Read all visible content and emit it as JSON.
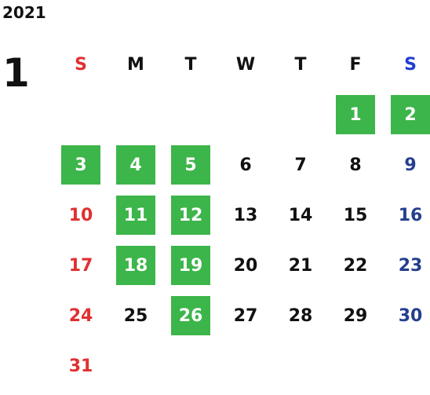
{
  "calendar": {
    "year": "2021",
    "month": "1",
    "weekdays": [
      "S",
      "M",
      "T",
      "W",
      "T",
      "F",
      "S"
    ],
    "weeks": [
      [
        null,
        null,
        null,
        null,
        null,
        "1",
        "2"
      ],
      [
        "3",
        "4",
        "5",
        "6",
        "7",
        "8",
        "9"
      ],
      [
        "10",
        "11",
        "12",
        "13",
        "14",
        "15",
        "16"
      ],
      [
        "17",
        "18",
        "19",
        "20",
        "21",
        "22",
        "23"
      ],
      [
        "24",
        "25",
        "26",
        "27",
        "28",
        "29",
        "30"
      ],
      [
        "31",
        null,
        null,
        null,
        null,
        null,
        null
      ]
    ],
    "highlighted_days": [
      "1",
      "2",
      "3",
      "4",
      "5",
      "11",
      "12",
      "18",
      "19",
      "26"
    ]
  },
  "colors": {
    "highlight": "#3cb54a",
    "sunday": "#e03030",
    "saturday_header": "#1f3fd0",
    "saturday": "#243f8f",
    "text": "#111111"
  }
}
